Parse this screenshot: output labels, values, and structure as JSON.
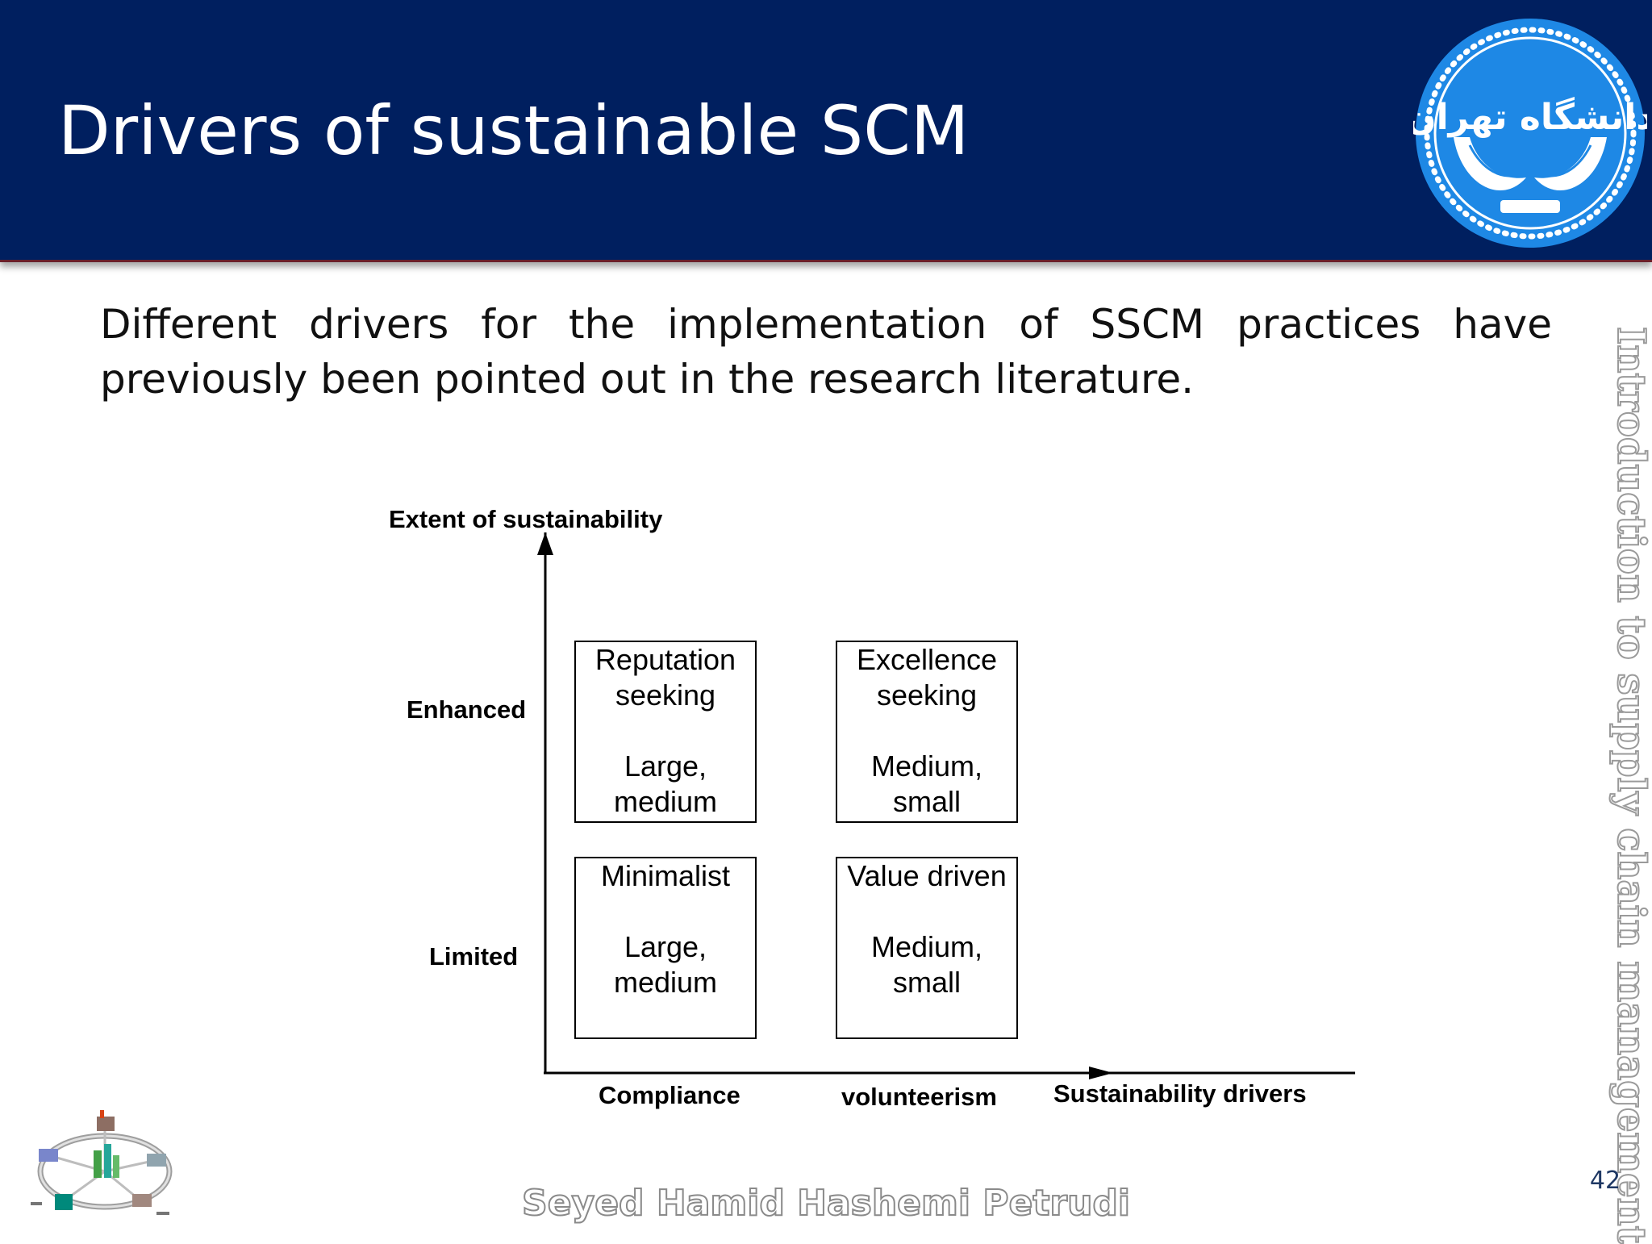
{
  "slide": {
    "title": "Drivers of sustainable SCM",
    "intro": "Different drivers for the implementation of SSCM practices have previously been pointed out in the research literature.",
    "side_text": "Introduction to supply chain management",
    "author": "Seyed Hamid Hashemi Petrudi",
    "page_number": "42"
  },
  "logo": {
    "name": "university-of-tehran-logo",
    "text": "دانشگاه تهران",
    "color": "#1e88e5"
  },
  "diagram": {
    "y_axis_label": "Extent of sustainability",
    "x_axis_label": "Sustainability drivers",
    "y_levels": {
      "enhanced": "Enhanced",
      "limited": "Limited"
    },
    "x_levels": {
      "compliance": "Compliance",
      "volunteerism": "volunteerism"
    },
    "cells": {
      "top_left": {
        "name": "Reputation seeking",
        "size": "Large, medium"
      },
      "top_right": {
        "name": "Excellence seeking",
        "size": "Medium, small"
      },
      "bottom_left": {
        "name": "Minimalist",
        "size": "Large, medium"
      },
      "bottom_right": {
        "name": "Value driven",
        "size": "Medium, small"
      }
    }
  },
  "footer_image": {
    "name": "supply-chain-network-illustration"
  },
  "colors": {
    "header_bg": "#001f5f",
    "page_number": "#1f3864",
    "logo_blue": "#1e88e5"
  }
}
